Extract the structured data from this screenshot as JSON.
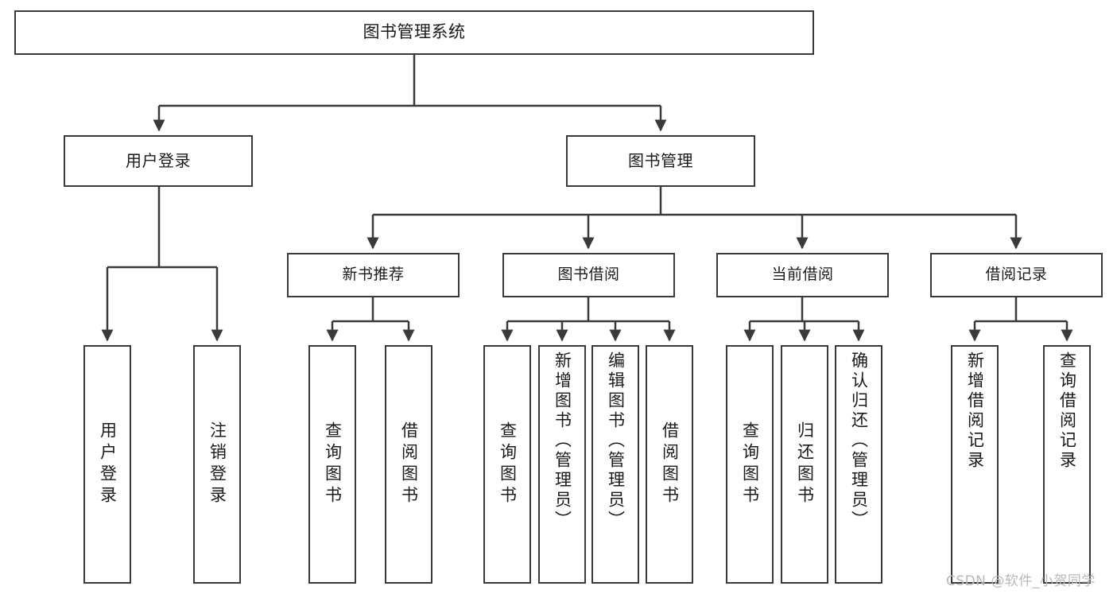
{
  "diagram": {
    "type": "tree-hierarchy-diagram",
    "root": {
      "label": "图书管理系统"
    },
    "level2": [
      {
        "label": "用户登录"
      },
      {
        "label": "图书管理"
      }
    ],
    "level3": [
      {
        "label": "新书推荐"
      },
      {
        "label": "图书借阅"
      },
      {
        "label": "当前借阅"
      },
      {
        "label": "借阅记录"
      }
    ],
    "leaves": {
      "user_login": [
        {
          "label": "用户登录"
        },
        {
          "label": "注销登录"
        }
      ],
      "new_book_rec": [
        {
          "label": "查询图书"
        },
        {
          "label": "借阅图书"
        }
      ],
      "book_borrow": [
        {
          "label": "查询图书"
        },
        {
          "label": "新增图书（管理员）"
        },
        {
          "label": "编辑图书（管理员）"
        },
        {
          "label": "借阅图书"
        }
      ],
      "current_borrow": [
        {
          "label": "查询图书"
        },
        {
          "label": "归还图书"
        },
        {
          "label": "确认归还（管理员）"
        }
      ],
      "borrow_record": [
        {
          "label": "新增借阅记录"
        },
        {
          "label": "查询借阅记录"
        }
      ]
    },
    "watermark": "CSDN @软件_小贺同学",
    "colors": {
      "box_border": "#3a3a3a",
      "background": "#ffffff",
      "text": "#1a1a1a",
      "watermark": "#b9b9b9"
    }
  }
}
